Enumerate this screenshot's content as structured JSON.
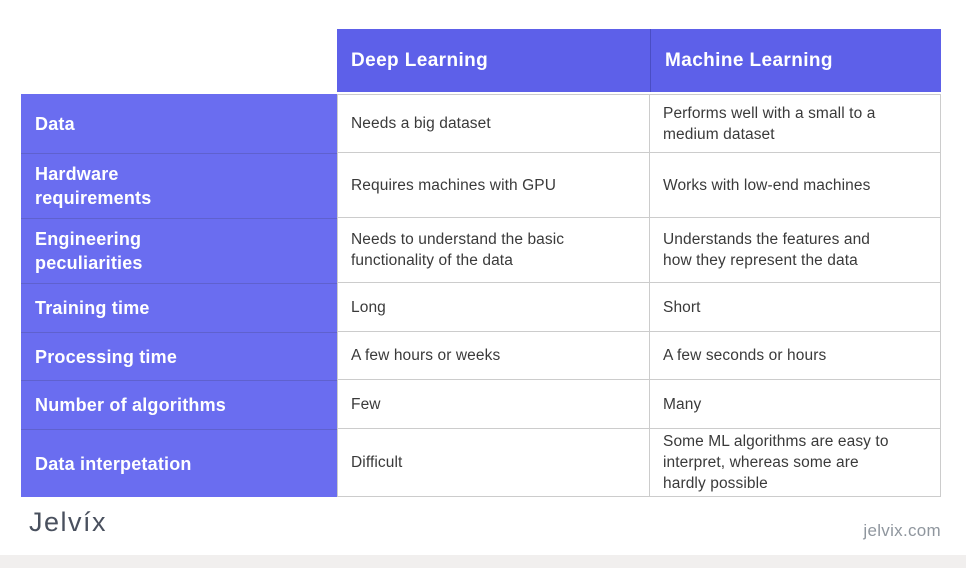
{
  "table": {
    "header": {
      "col1": "Deep Learning",
      "col2": "Machine Learning"
    },
    "rows": [
      {
        "label": "Data",
        "deep_learning": "Needs a big dataset",
        "machine_learning": "Performs well with a small to a\nmedium dataset"
      },
      {
        "label": "Hardware\nrequirements",
        "deep_learning": "Requires machines with GPU",
        "machine_learning": "Works with low-end machines"
      },
      {
        "label": "Engineering\npeculiarities",
        "deep_learning": "Needs to understand the basic\nfunctionality of the data",
        "machine_learning": "Understands the features and\nhow they represent the data"
      },
      {
        "label": "Training time",
        "deep_learning": "Long",
        "machine_learning": "Short"
      },
      {
        "label": "Processing time",
        "deep_learning": "A few hours or weeks",
        "machine_learning": "A few seconds or hours"
      },
      {
        "label": "Number of algorithms",
        "deep_learning": "Few",
        "machine_learning": "Many"
      },
      {
        "label": "Data interpetation",
        "deep_learning": "Difficult",
        "machine_learning": "Some ML algorithms are easy to\ninterpret, whereas some are\nhardly possible"
      }
    ]
  },
  "footer": {
    "logo": "Jelvíx",
    "website": "jelvix.com"
  },
  "colors": {
    "header_bg": "#5d60e9",
    "label_bg": "#6a6df0",
    "cell_text": "#3a3a3a",
    "border": "#cccccc",
    "logo_text": "#49505e",
    "website_text": "#8f969e",
    "bottom_strip": "#f1efee"
  },
  "chart_data": {
    "type": "table",
    "title": "Deep Learning vs Machine Learning comparison",
    "columns": [
      "",
      "Deep Learning",
      "Machine Learning"
    ],
    "rows": [
      [
        "Data",
        "Needs a big dataset",
        "Performs well with a small to a medium dataset"
      ],
      [
        "Hardware requirements",
        "Requires machines with GPU",
        "Works with low-end machines"
      ],
      [
        "Engineering peculiarities",
        "Needs to understand the basic functionality of the data",
        "Understands the features and how they represent the data"
      ],
      [
        "Training time",
        "Long",
        "Short"
      ],
      [
        "Processing time",
        "A few hours or weeks",
        "A few seconds or hours"
      ],
      [
        "Number of algorithms",
        "Few",
        "Many"
      ],
      [
        "Data interpetation",
        "Difficult",
        "Some ML algorithms are easy to interpret, whereas some are hardly possible"
      ]
    ]
  }
}
